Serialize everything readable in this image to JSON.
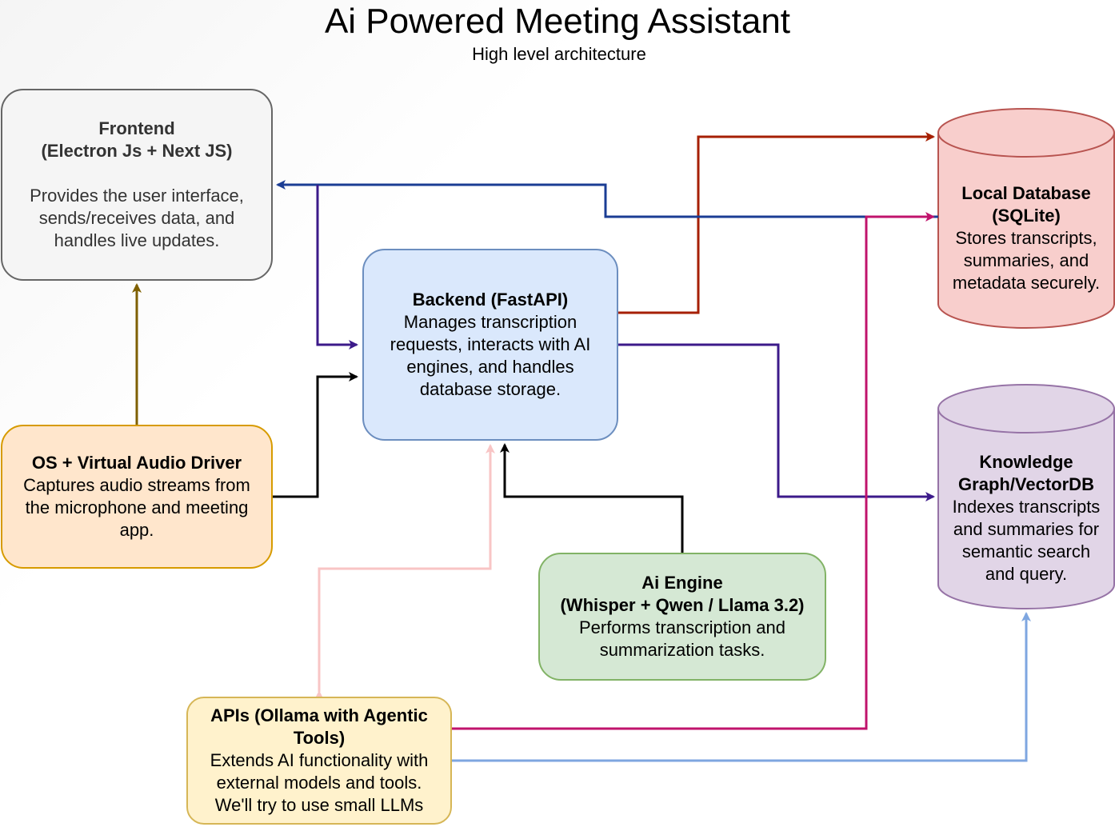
{
  "title": "Ai Powered Meeting Assistant",
  "subtitle": "High level architecture",
  "nodes": {
    "frontend": {
      "title_line1": "Frontend",
      "title_line2": "(Electron Js + Next JS)",
      "description": [
        "Provides the user interface,",
        "sends/receives data, and",
        "handles live updates."
      ],
      "fill": "#f5f5f5",
      "stroke": "#666666"
    },
    "backend": {
      "title": "Backend (FastAPI)",
      "description": [
        "Manages transcription",
        "requests, interacts with AI",
        "engines, and handles",
        "database storage."
      ],
      "fill": "#dae8fc",
      "stroke": "#6c8ebf"
    },
    "os_audio": {
      "title": "OS + Virtual Audio Driver",
      "description": [
        "Captures audio streams from",
        "the microphone and meeting",
        "app."
      ],
      "fill": "#ffe6cc",
      "stroke": "#d79b00"
    },
    "ai_engine": {
      "title_line1": "Ai Engine",
      "title_line2": "(Whisper + Qwen / Llama 3.2)",
      "description": [
        "Performs transcription and",
        "summarization tasks."
      ],
      "fill": "#d5e8d4",
      "stroke": "#82b366"
    },
    "apis": {
      "title_line1": "APIs (Ollama with Agentic",
      "title_line2": "Tools)",
      "description": [
        "Extends AI functionality with",
        "external models and tools.",
        "We'll try to use small LLMs"
      ],
      "fill": "#fff2cc",
      "stroke": "#d6b656"
    },
    "local_db": {
      "title_line1": "Local Database",
      "title_line2": "(SQLite)",
      "description": [
        "Stores transcripts,",
        "summaries, and",
        "metadata securely."
      ],
      "fill": "#f8cecc",
      "stroke": "#b85450"
    },
    "knowledge_graph": {
      "title_line1": "Knowledge",
      "title_line2": "Graph/VectorDB",
      "description": [
        "Indexes transcripts",
        "and summaries for",
        "semantic search",
        "and query."
      ],
      "fill": "#e1d5e7",
      "stroke": "#9673a6"
    }
  },
  "connector_colors": {
    "os_to_frontend": "#7f6000",
    "os_to_backend": "#000000",
    "engine_to_backend": "#000000",
    "backend_to_localdb": "#a61f00",
    "backend_to_kg": "#3c1a8a",
    "localdb_to_frontend": "#1b3d94",
    "frontend_to_backend": "#3c1a8a",
    "apis_to_localdb": "#c0136c",
    "apis_to_kg": "#7ea6e0",
    "apis_backend_bidirectional": "#f8c5c5"
  }
}
